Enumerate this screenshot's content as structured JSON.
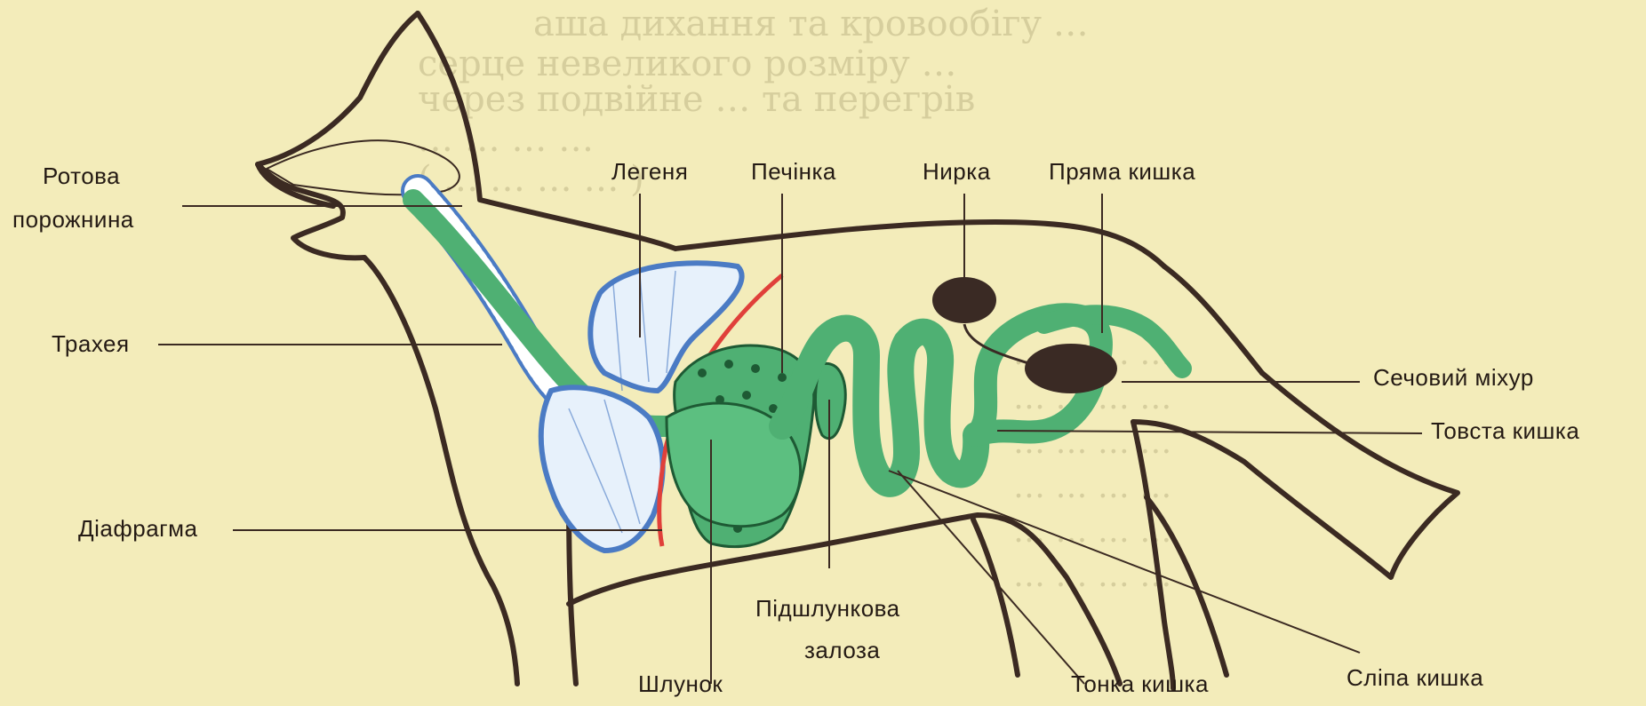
{
  "colors": {
    "background": "#f3ecba",
    "outline": "#3b2a22",
    "organ_fill": "#4fb073",
    "organ_dark": "#2f8a52",
    "organ_edge": "#1e5a34",
    "lung_outline": "#4b7bc4",
    "diaphragm": "#e0403a",
    "kidney_bladder": "#3a2a24",
    "label_text": "#241a14"
  },
  "labels": {
    "mouth_line1": "Ротова",
    "mouth_line2": "порожнина",
    "trachea": "Трахея",
    "diaphragm": "Діафрагма",
    "lung": "Легеня",
    "liver": "Печінка",
    "kidney": "Нирка",
    "rectum": "Пряма кишка",
    "bladder": "Сечовий міхур",
    "large_intestine": "Товста  кишка",
    "pancreas_line1": "Підшлункова",
    "pancreas_line2": "залоза",
    "stomach": "Шлунок",
    "small_intestine": "Тонка кишка",
    "cecum": "Сліпа кишка"
  },
  "icons": {
    "animal": "dog-silhouette-icon"
  }
}
